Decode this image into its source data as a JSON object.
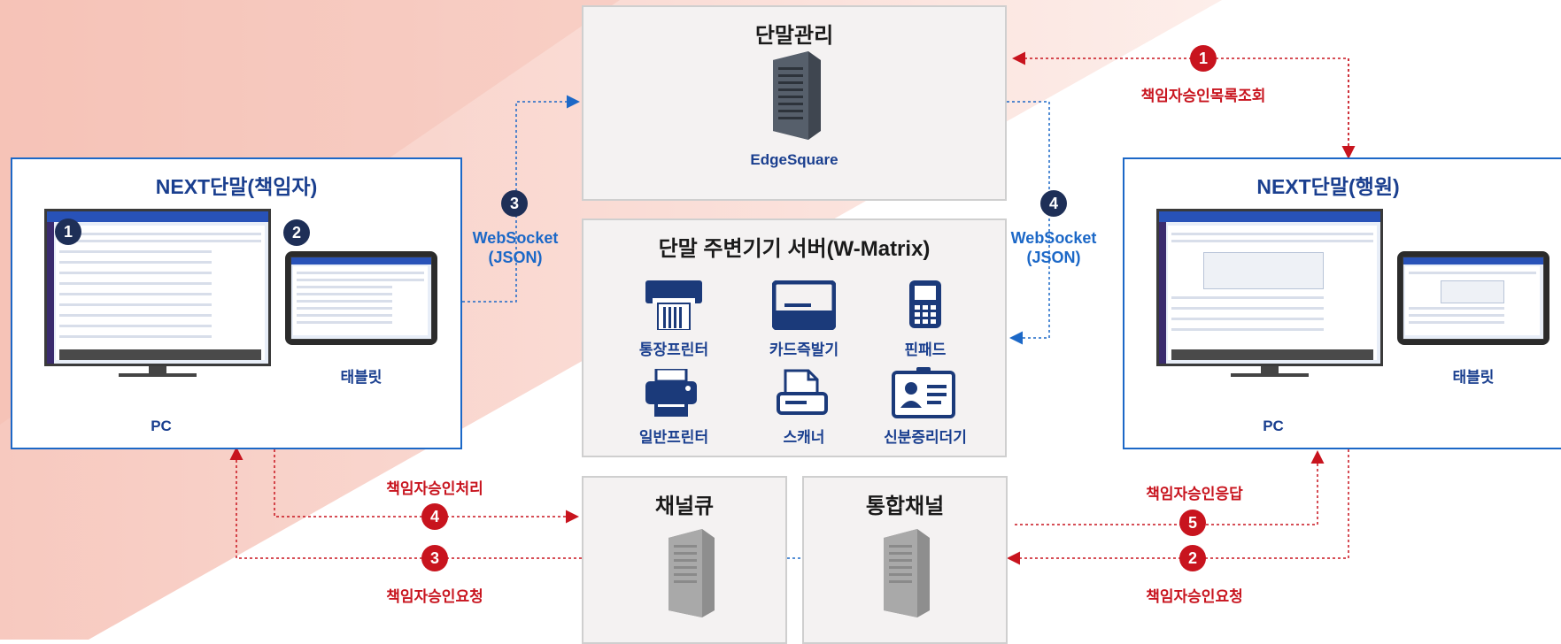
{
  "diagram": {
    "terminal_mgmt": {
      "title": "단말관리",
      "server_label": "EdgeSquare"
    },
    "peripheral_server": {
      "title": "단말 주변기기 서버(W-Matrix)",
      "devices": [
        "통장프린터",
        "카드즉발기",
        "핀패드",
        "일반프린터",
        "스캐너",
        "신분증리더기"
      ]
    },
    "channel_queue": {
      "title": "채널큐"
    },
    "integrated_channel": {
      "title": "통합채널"
    },
    "manager_terminal": {
      "title": "NEXT단말(책임자)",
      "pc_label": "PC",
      "tablet_label": "태블릿",
      "badge_pc": "1",
      "badge_tablet": "2"
    },
    "clerk_terminal": {
      "title": "NEXT단말(행원)",
      "pc_label": "PC",
      "tablet_label": "태블릿"
    },
    "websocket_left": {
      "step": "3",
      "line1": "WebSocket",
      "line2": "(JSON)"
    },
    "websocket_right": {
      "step": "4",
      "line1": "WebSocket",
      "line2": "(JSON)"
    },
    "flows": {
      "f1": {
        "step": "1",
        "label": "책임자승인목록조회"
      },
      "f2": {
        "step": "2",
        "label": "책임자승인요청"
      },
      "f3": {
        "step": "3",
        "label": "책임자승인요청"
      },
      "f4": {
        "step": "4",
        "label": "책임자승인처리"
      },
      "f5": {
        "step": "5",
        "label": "책임자승인응답"
      }
    },
    "colors": {
      "red": "#c8141e",
      "blue": "#1c68c7",
      "navy": "#1e2f57"
    }
  }
}
